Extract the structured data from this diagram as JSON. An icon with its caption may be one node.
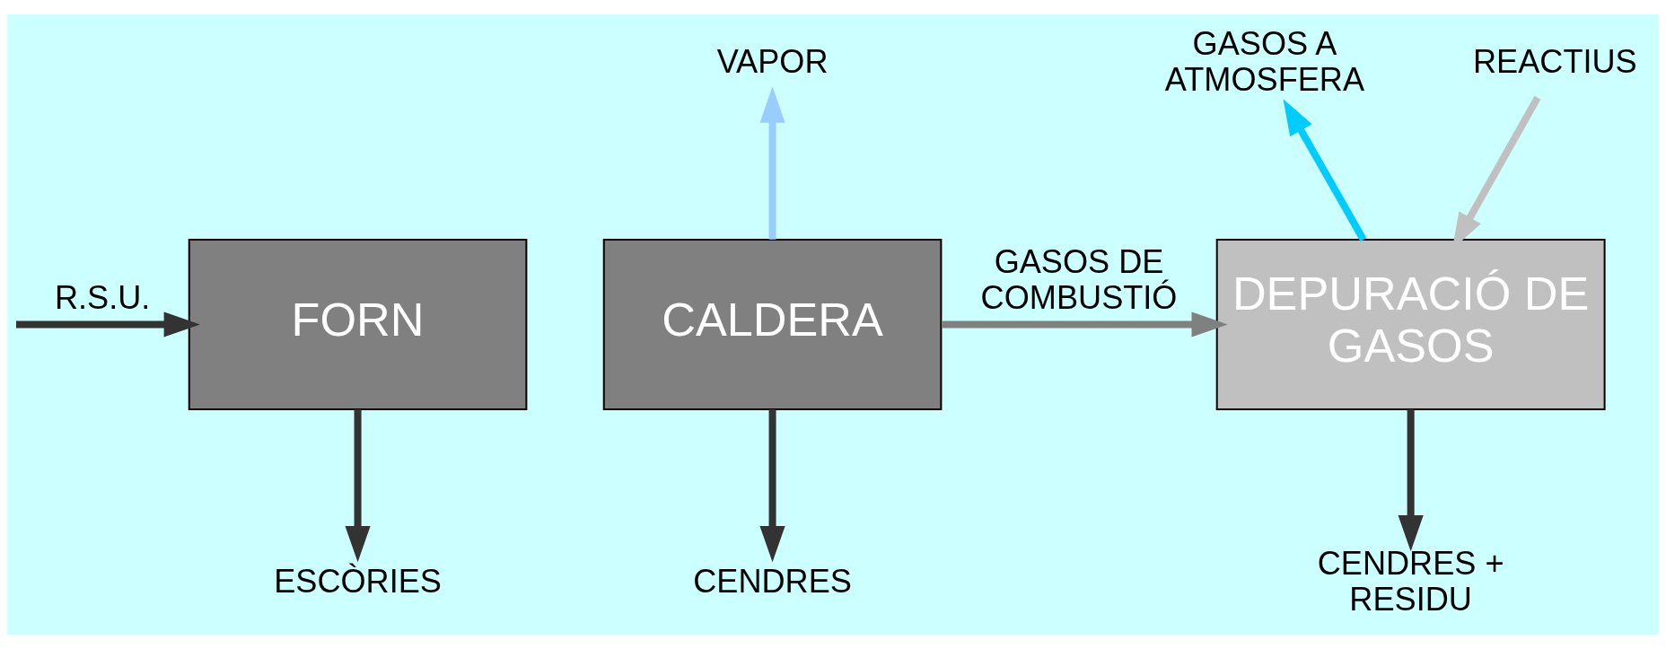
{
  "diagram": {
    "nodes": [
      {
        "text": [
          "FORN"
        ]
      },
      {
        "text": [
          "CALDERA"
        ]
      },
      {
        "text": [
          "DEPURACIÓ DE GASOS"
        ]
      },
      {
        "text": [
          "VAPOR"
        ]
      },
      {
        "text": [
          "REACTIUS"
        ]
      },
      {
        "text": [
          "GASOS A ATMOSFERA"
        ]
      },
      {
        "text": [
          "ESCÒRIES"
        ]
      },
      {
        "text": [
          "CENDRES"
        ]
      },
      {
        "text": [
          "CENDRES + RESIDU"
        ]
      }
    ],
    "edges": [
      {
        "from": null,
        "to": 0,
        "arrow": "to",
        "label": "R.S.U."
      },
      {
        "from": 1,
        "to": 3,
        "arrow": "to",
        "color": "#99ccff"
      },
      {
        "from": 1,
        "to": 2,
        "arrow": "to",
        "label": "GASOS DE COMBUSTIÓ",
        "color": "#808080"
      },
      {
        "from": 4,
        "to": 2,
        "arrow": "to",
        "color": "#c0c0c0"
      },
      {
        "from": 2,
        "to": 5,
        "arrow": "to",
        "color": "#00ccff"
      },
      {
        "from": 0,
        "to": 6,
        "arrow": "to"
      },
      {
        "from": 1,
        "to": 7,
        "arrow": "to"
      },
      {
        "from": 2,
        "to": 8,
        "arrow": "to"
      }
    ]
  }
}
